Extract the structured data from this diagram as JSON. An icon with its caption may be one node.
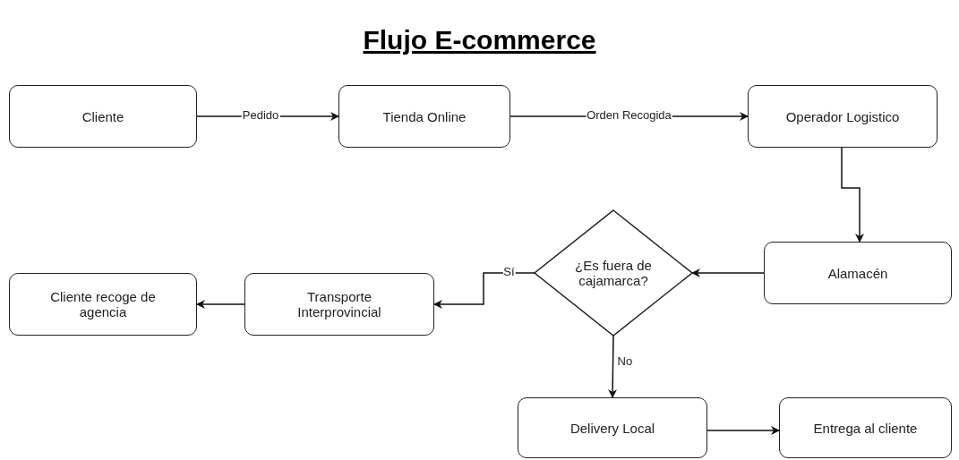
{
  "diagram": {
    "title": "Flujo E-commerce",
    "nodes": [
      {
        "text": [
          "Cliente"
        ]
      },
      {
        "text": [
          "Tienda Online"
        ]
      },
      {
        "text": [
          "Operador Logistico"
        ]
      },
      {
        "text": [
          "Alamacén"
        ]
      },
      {
        "text": [
          "¿Es fuera de cajamarca?"
        ]
      },
      {
        "text": [
          "Transporte Interprovincial"
        ]
      },
      {
        "text": [
          "Cliente recoge de agencia"
        ]
      },
      {
        "text": [
          "Delivery Local"
        ]
      },
      {
        "text": [
          "Entrega al cliente"
        ]
      }
    ],
    "edges": [
      {
        "from": 0,
        "to": 1,
        "arrow": "to",
        "label": "Pedido"
      },
      {
        "from": 1,
        "to": 2,
        "arrow": "to",
        "label": "Orden Recogida"
      },
      {
        "from": 2,
        "to": 3,
        "arrow": "to"
      },
      {
        "from": 3,
        "to": 4,
        "arrow": "to"
      },
      {
        "from": 4,
        "to": 5,
        "arrow": "to",
        "label": "Sí"
      },
      {
        "from": 5,
        "to": 6,
        "arrow": "to"
      },
      {
        "from": 4,
        "to": 7,
        "arrow": "to",
        "label": "No"
      },
      {
        "from": 7,
        "to": 8,
        "arrow": "to"
      }
    ]
  }
}
